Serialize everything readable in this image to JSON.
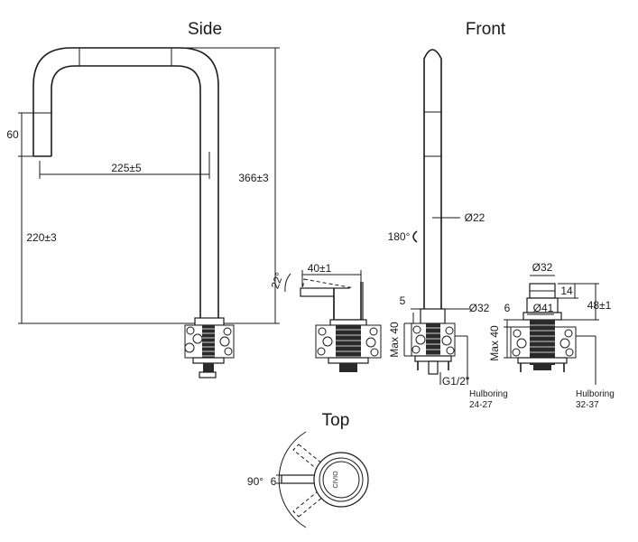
{
  "views": {
    "side": "Side",
    "front": "Front",
    "top": "Top"
  },
  "side_dims": {
    "spout_drop": "60",
    "reach": "225±5",
    "height_total": "366±3",
    "height_under_spout": "220±3"
  },
  "handle_dims": {
    "lever_length": "40±1",
    "tilt_angle": "22°"
  },
  "front_dims": {
    "swivel_angle": "180°",
    "spout_diameter": "Ø22",
    "base_diameter": "Ø32",
    "base_height": "5",
    "max_thickness": "Max 40",
    "thread": "G1/2\"",
    "hole_label": "Hulboring",
    "hole_range": "24-27"
  },
  "handle_front_dims": {
    "top_diameter": "Ø32",
    "collar_height": "14",
    "base_diameter": "Ø41",
    "height": "48±1",
    "base_height": "6",
    "max_thickness": "Max 40",
    "hole_label": "Hulboring",
    "hole_range": "32-37"
  },
  "top_dims": {
    "rotation_angle": "90°",
    "lever_width": "6",
    "brand_mark": "CIVIO"
  }
}
